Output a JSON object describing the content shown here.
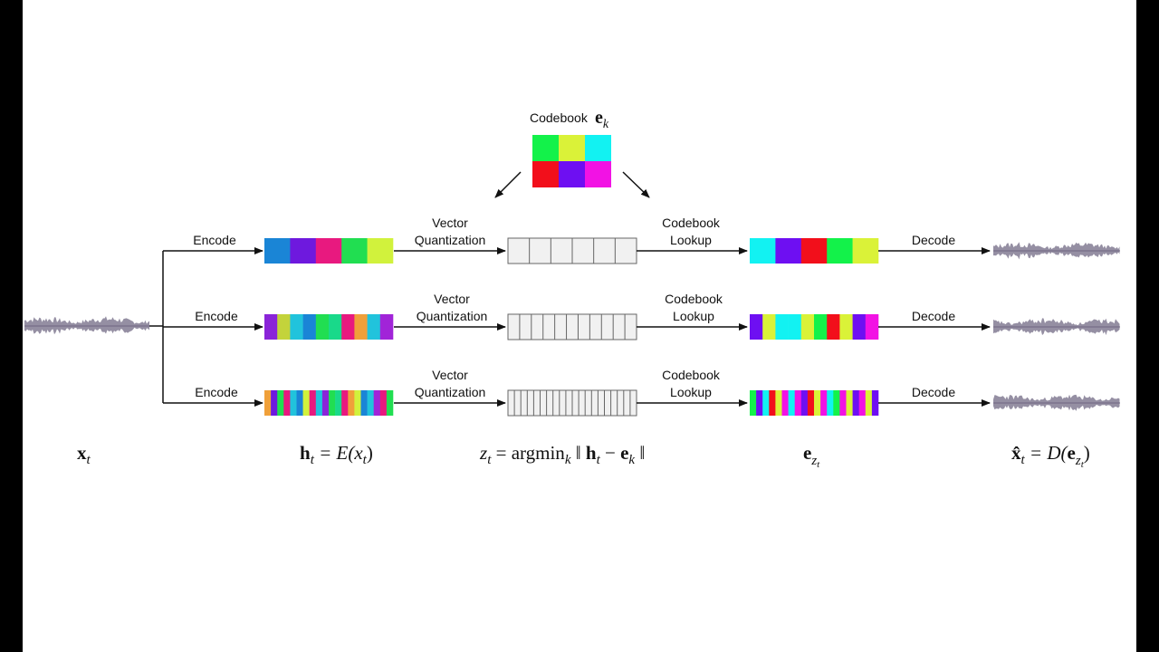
{
  "colors": {
    "background": "#ffffff",
    "line": "#111111",
    "waveform": "#8a8399",
    "quant_fill": "#f1f1f1",
    "quant_stroke": "#666666"
  },
  "codebook": {
    "title": "Codebook",
    "symbol": "e",
    "subscript": "k",
    "colors": [
      "#13f24a",
      "#daf238",
      "#12f2f2",
      "#f20f1b",
      "#6e0ff2",
      "#f212e4"
    ]
  },
  "labels": {
    "encode": "Encode",
    "vq_line1": "Vector",
    "vq_line2": "Quantization",
    "lookup_line1": "Codebook",
    "lookup_line2": "Lookup",
    "decode": "Decode"
  },
  "rows": [
    {
      "hidden_colors": [
        "#1a85d6",
        "#6e19de",
        "#e8197f",
        "#21de51",
        "#d1f23c"
      ],
      "quant_cells": 6,
      "embed_colors": [
        "#12f2f2",
        "#6e0ff2",
        "#f20f1b",
        "#13f24a",
        "#daf238"
      ]
    },
    {
      "hidden_colors": [
        "#8a24d8",
        "#c3d33b",
        "#21c3dc",
        "#1a85d6",
        "#21de51",
        "#19d98a",
        "#e8197f",
        "#f0a03a",
        "#21c3dc",
        "#a124d8"
      ],
      "quant_cells": 11,
      "embed_colors": [
        "#6e0ff2",
        "#daf238",
        "#12f2f2",
        "#12f2f2",
        "#daf238",
        "#13f24a",
        "#f20f1b",
        "#daf238",
        "#6e0ff2",
        "#f212e4"
      ]
    },
    {
      "hidden_colors": [
        "#f0a03a",
        "#6e19de",
        "#21de51",
        "#e8197f",
        "#21c3dc",
        "#1a85d6",
        "#d1f23c",
        "#e8197f",
        "#21c3dc",
        "#8a24d8",
        "#21de51",
        "#19d98a",
        "#e8197f",
        "#f0a03a",
        "#d1f23c",
        "#1a85d6",
        "#21c3dc",
        "#a124d8",
        "#e8197f",
        "#21de51"
      ],
      "quant_cells": 20,
      "embed_colors": [
        "#13f24a",
        "#6e0ff2",
        "#12f2f2",
        "#f20f1b",
        "#daf238",
        "#f212e4",
        "#12f2f2",
        "#f212e4",
        "#6e0ff2",
        "#f20f1b",
        "#daf238",
        "#f212e4",
        "#12f2f2",
        "#13f24a",
        "#f212e4",
        "#daf238",
        "#6e0ff2",
        "#f212e4",
        "#daf238",
        "#6e0ff2"
      ]
    }
  ],
  "equations": {
    "input": {
      "main": "x",
      "sub": "t"
    },
    "hidden": {
      "main": "h",
      "sub": "t",
      "rest": " = E(x",
      "rest_sub": "t",
      "close": ")"
    },
    "quant": {
      "z": "z",
      "z_sub": "t",
      "mid": " = argmin",
      "mid_sub": "k",
      "norm_open": " ‖ ",
      "h": "h",
      "h_sub": "t",
      "minus": " − ",
      "e": "e",
      "e_sub": "k",
      "norm_close": " ‖"
    },
    "embed": {
      "main": "e",
      "sub": "z",
      "subsub": "t"
    },
    "output": {
      "hat": "x̂",
      "sub": "t",
      "rest": " = D(",
      "e": "e",
      "e_sub": "z",
      "e_subsub": "t",
      "close": ")"
    }
  }
}
